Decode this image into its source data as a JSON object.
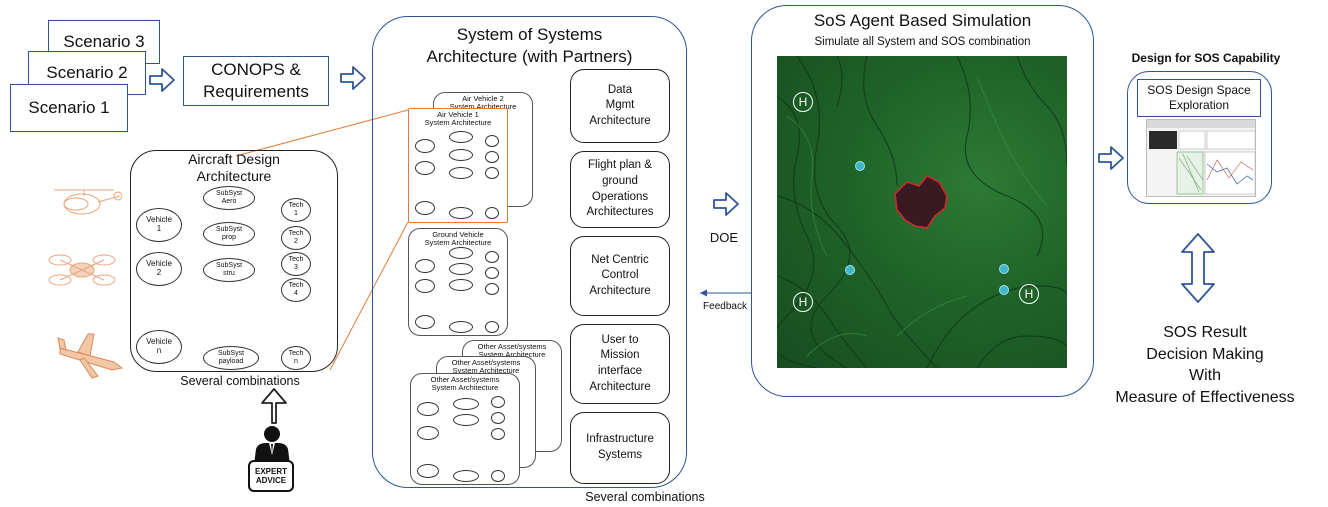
{
  "scenarios": [
    "Scenario 3",
    "Scenario 2",
    "Scenario 1"
  ],
  "conops": "CONOPS & Requirements",
  "sos_arch": {
    "title_line1": "System of Systems",
    "title_line2": "Architecture (with Partners)",
    "bottom_note": "Several combinations",
    "sub_boxes": [
      {
        "line1": "Data",
        "line2": "Mgmt",
        "line3": "Architecture"
      },
      {
        "line1": "Flight plan &",
        "line2": "ground",
        "line3": "Operations",
        "line4": "Architectures"
      },
      {
        "line1": "Net Centric",
        "line2": "Control",
        "line3": "Architecture"
      },
      {
        "line1": "User to",
        "line2": "Mission",
        "line3": "interface",
        "line4": "Architecture"
      },
      {
        "line1": "Infrastructure",
        "line2": "Systems"
      }
    ],
    "mini": {
      "air2": {
        "l1": "Air Vehicle 2",
        "l2": "System Architecture"
      },
      "air1": {
        "l1": "Air Vehicle 1",
        "l2": "System Architecture"
      },
      "ground": {
        "l1": "Ground Vehicle",
        "l2": "System Architecture"
      },
      "other3": {
        "l1": "Other Asset/systems",
        "l2": "System Architecture"
      },
      "other2": {
        "l1": "Other Asset/systems",
        "l2": "System Architecture"
      },
      "other1": {
        "l1": "Other Asset/systems",
        "l2": "System Architecture"
      }
    }
  },
  "aircraft": {
    "title_line1": "Aircraft Design",
    "title_line2": "Architecture",
    "bottom_note": "Several combinations",
    "vehicles": [
      {
        "l1": "Vehicle",
        "l2": "1"
      },
      {
        "l1": "Vehicle",
        "l2": "2"
      },
      {
        "l1": "Vehicle",
        "l2": "n"
      }
    ],
    "subsysts": [
      {
        "l1": "SubSyst",
        "l2": "Aero"
      },
      {
        "l1": "SubSyst",
        "l2": "prop"
      },
      {
        "l1": "SubSyst",
        "l2": "stru"
      },
      {
        "l1": "SubSyst",
        "l2": "payload"
      }
    ],
    "techs": [
      {
        "l1": "Tech",
        "l2": "1"
      },
      {
        "l1": "Tech",
        "l2": "2"
      },
      {
        "l1": "Tech",
        "l2": "3"
      },
      {
        "l1": "Tech",
        "l2": "4"
      },
      {
        "l1": "Tech",
        "l2": "n"
      }
    ]
  },
  "expert": {
    "l1": "EXPERT",
    "l2": "ADVICE"
  },
  "doe": "DOE",
  "feedback": "Feedback",
  "simulation": {
    "title": "SoS Agent Based Simulation",
    "subtitle": "Simulate all System and SOS combination",
    "helipad": "H"
  },
  "design": {
    "title": "Design for SOS Capability",
    "box_line1": "SOS Design Space",
    "box_line2": "Exploration"
  },
  "result": {
    "l1": "SOS Result",
    "l2": "Decision Making",
    "l3": "With",
    "l4": "Measure of Effectiveness"
  },
  "colors": {
    "arrow": "#2f5597",
    "orange": "#e07b39",
    "terrain": "#1f5c2a"
  }
}
